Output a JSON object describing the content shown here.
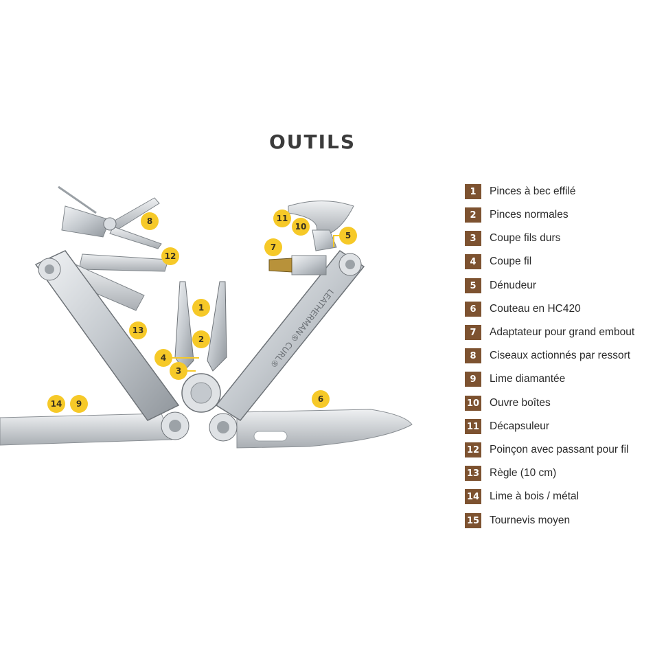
{
  "title": "OUTILS",
  "colors": {
    "accent": "#7d5230",
    "callout": "#f6c928",
    "steel": "#c8cdd2"
  },
  "legend": [
    {
      "num": "1",
      "label": "Pinces à bec effilé"
    },
    {
      "num": "2",
      "label": "Pinces normales"
    },
    {
      "num": "3",
      "label": "Coupe fils durs"
    },
    {
      "num": "4",
      "label": "Coupe fil"
    },
    {
      "num": "5",
      "label": "Dénudeur"
    },
    {
      "num": "6",
      "label": "Couteau en HC420"
    },
    {
      "num": "7",
      "label": "Adaptateur pour grand embout"
    },
    {
      "num": "8",
      "label": "Ciseaux actionnés par ressort"
    },
    {
      "num": "9",
      "label": "Lime diamantée"
    },
    {
      "num": "10",
      "label": "Ouvre boîtes"
    },
    {
      "num": "11",
      "label": "Décapsuleur"
    },
    {
      "num": "12",
      "label": "Poinçon avec passant pour fil"
    },
    {
      "num": "13",
      "label": "Règle (10 cm)"
    },
    {
      "num": "14",
      "label": "Lime à bois / métal"
    },
    {
      "num": "15",
      "label": "Tournevis moyen"
    }
  ],
  "callouts": [
    "8",
    "12",
    "13",
    "1",
    "2",
    "4",
    "3",
    "14",
    "9",
    "11",
    "10",
    "7",
    "5",
    "6"
  ],
  "handle_text": "LEATHERMAN® CURL®"
}
